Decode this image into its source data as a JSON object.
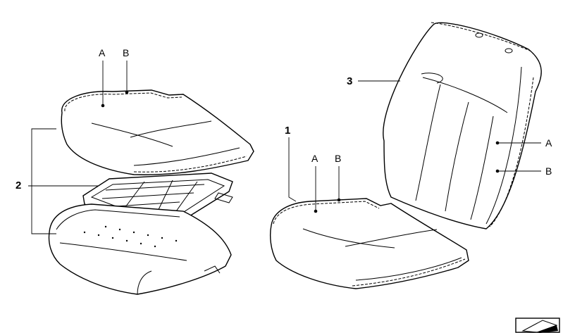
{
  "callouts": {
    "part_1": "1",
    "part_2": "2",
    "part_3": "3",
    "left_cushion_a": "A",
    "left_cushion_b": "B",
    "right_cushion_a": "A",
    "right_cushion_b": "B",
    "backrest_a": "A",
    "backrest_b": "B"
  },
  "colors": {
    "line": "#000000",
    "background": "#ffffff"
  }
}
